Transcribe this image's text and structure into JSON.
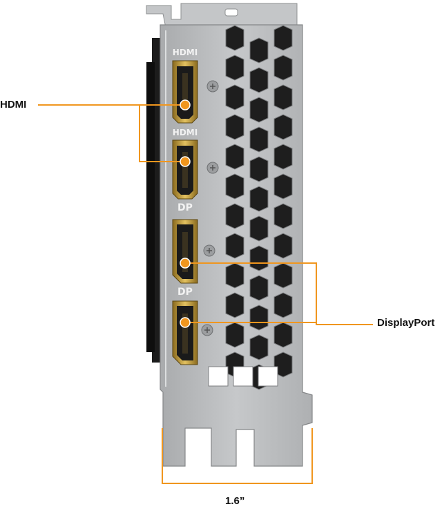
{
  "callouts": {
    "hdmi": "HDMI",
    "displayport": "DisplayPort",
    "bracket_width": "1.6”"
  },
  "port_markings": [
    "HDMI",
    "HDMI",
    "DP",
    "DP"
  ],
  "colors": {
    "accent": "#f0961e",
    "bracket_metal": "#b9bbbd",
    "port_gold": "#c8a23c",
    "background": "#ffffff"
  }
}
